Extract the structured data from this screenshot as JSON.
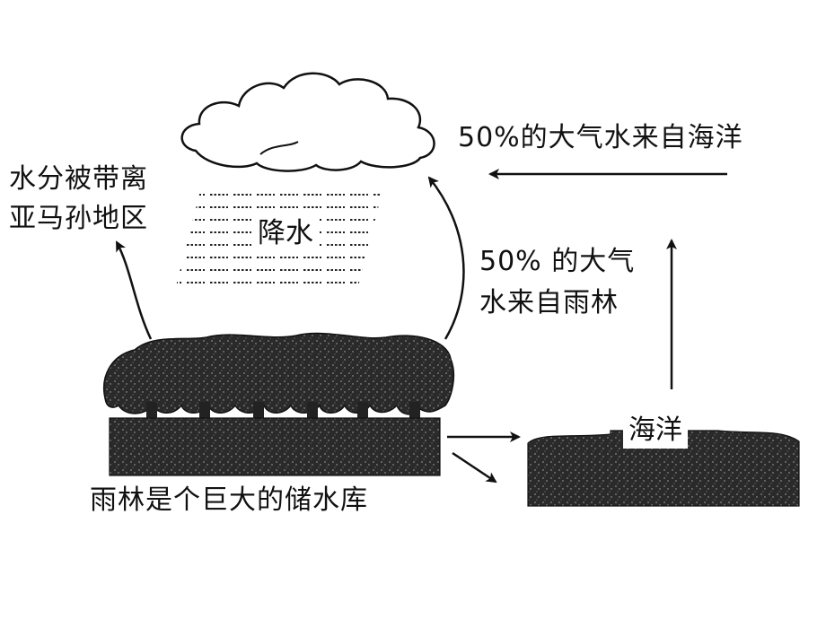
{
  "labels": {
    "ocean_source": "50%的大气水来自海洋",
    "water_removed_line1": "水分被带离",
    "water_removed_line2": "亚马孙地区",
    "precipitation": "降水",
    "rainforest_source_line1": "50% 的大气",
    "rainforest_source_line2": "水来自雨林",
    "ocean": "海洋",
    "reservoir": "雨林是个巨大的储水库"
  },
  "icons": [
    "cloud",
    "rain",
    "rainforest-canopy",
    "soil",
    "ocean",
    "arrow"
  ],
  "colors": {
    "ink": "#111111",
    "background": "#ffffff"
  }
}
